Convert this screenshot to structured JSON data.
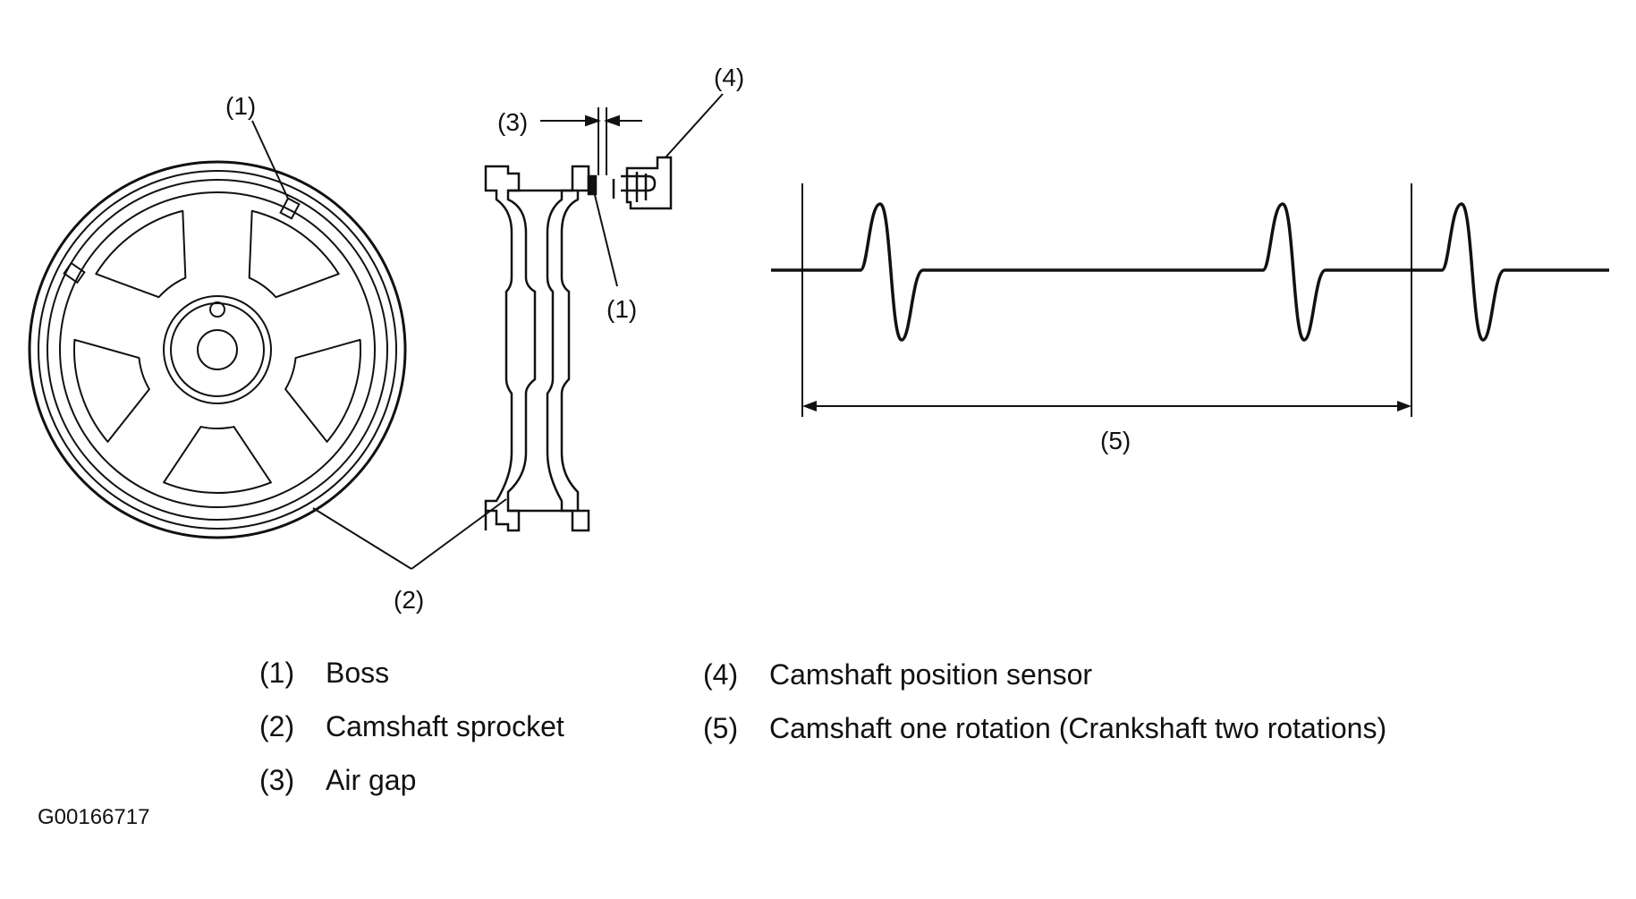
{
  "callouts": {
    "boss_top": "(1)",
    "boss_side": "(1)",
    "sprocket": "(2)",
    "air_gap": "(3)",
    "sensor": "(4)",
    "rotation": "(5)"
  },
  "legend": {
    "left": [
      {
        "num": "(1)",
        "label": "Boss"
      },
      {
        "num": "(2)",
        "label": "Camshaft sprocket"
      },
      {
        "num": "(3)",
        "label": "Air gap"
      }
    ],
    "right": [
      {
        "num": "(4)",
        "label": "Camshaft position sensor"
      },
      {
        "num": "(5)",
        "label": "Camshaft one rotation (Crankshaft two rotations)"
      }
    ]
  },
  "figure_id": "G00166717"
}
